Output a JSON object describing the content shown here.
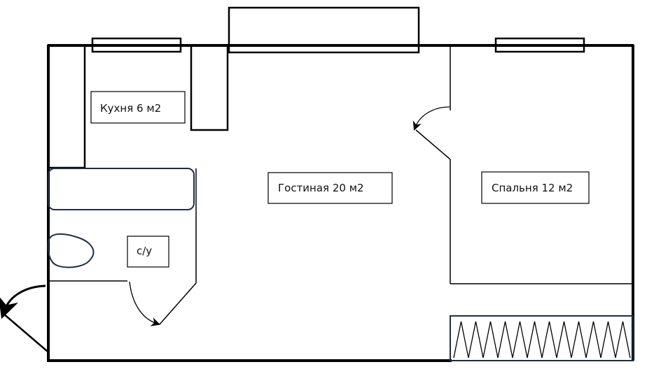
{
  "plan": {
    "title": "Floor plan",
    "colors": {
      "wall": "#000000",
      "fixture": "#1f2d45",
      "background": "#ffffff"
    },
    "rooms": [
      {
        "id": "kitchen",
        "label": "Кухня 6 м2"
      },
      {
        "id": "living",
        "label": "Гостиная 20 м2"
      },
      {
        "id": "bedroom",
        "label": "Спальня 12 м2"
      },
      {
        "id": "bathroom",
        "label": "с/у"
      }
    ],
    "fixtures": [
      {
        "id": "bathtub",
        "type": "bathtub"
      },
      {
        "id": "toilet",
        "type": "toilet"
      },
      {
        "id": "radiator",
        "type": "radiator",
        "zigzag_peaks": 12
      }
    ],
    "windows": [
      {
        "id": "kitchen-window"
      },
      {
        "id": "balcony"
      },
      {
        "id": "bedroom-window"
      }
    ],
    "doors": [
      {
        "id": "entrance-door"
      },
      {
        "id": "bathroom-door"
      },
      {
        "id": "bedroom-door"
      }
    ]
  }
}
